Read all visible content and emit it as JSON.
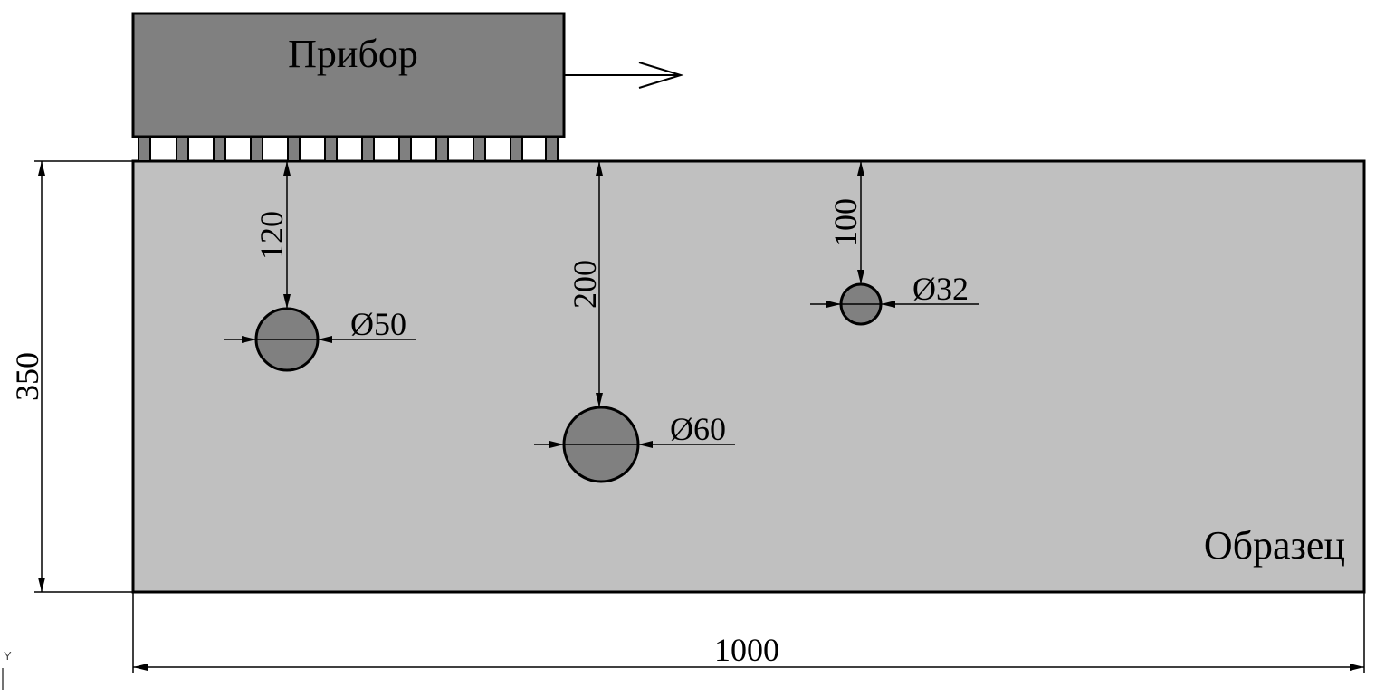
{
  "device": {
    "label": "Прибор"
  },
  "specimen": {
    "label": "Образец"
  },
  "dimensions": {
    "height": "350",
    "width": "1000",
    "depth_1": "120",
    "depth_2": "200",
    "depth_3": "100",
    "diameter_1": "Ø50",
    "diameter_2": "Ø60",
    "diameter_3": "Ø32"
  },
  "axis": {
    "label": "Y"
  },
  "colors": {
    "device_fill": "#808080",
    "specimen_fill": "#c0c0c0",
    "hole_fill": "#808080",
    "line": "#000000"
  }
}
